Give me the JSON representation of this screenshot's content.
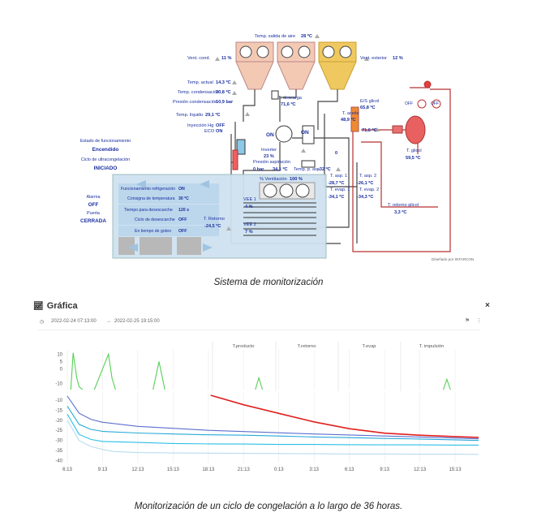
{
  "diagram": {
    "temp_salida_aire": "Temp. salida de aire",
    "temp_salida_aire_value": "28 ºC",
    "vent_cond_left": "Vent. cond.",
    "vent_cond_left_value": "11 %",
    "vent_cond_right": "Vent. exterior",
    "vent_cond_right_value": "12 %",
    "temp_actual": "Temp. actual",
    "temp_actual_value": "14,3 ºC",
    "temp_condensacion": "Temp. condensación",
    "temp_condensacion_value": "30,8 ºC",
    "presion_condensacion": "Presión condensación",
    "presion_condensacion_value": "10,9 bar",
    "temp_liquido": "Temp. líquido",
    "temp_liquido_value": "29,1 ºC",
    "inyeccion_hg": "Inyección Hg",
    "inyeccion_hg_value": "OFF",
    "eco": "ECO",
    "eco_value": "ON",
    "t_descarga": "T. descarga",
    "t_descarga_value": "71,6 ºC",
    "on_label_1": "ON",
    "on_label_2": "ON",
    "inverter": "Inverter",
    "inverter_value": "23 %",
    "t_aceite": "T. aceite",
    "t_aceite_value": "48,9 ºC",
    "ec_glicol": "E/S glicol",
    "ec_glicol_value": "65,8 ºC",
    "t_glicol_2": "71,6 ºC",
    "t_glicol": "T. glicol",
    "t_glicol_value": "59,5 ºC",
    "off_1": "OFF",
    "off_2": "OFF",
    "zero_1": "0",
    "presion_aspiracion": "Presión aspiración",
    "presion_aspiracion_value": "0 bar",
    "presion_aspiracion_temp": "34,1 ºC",
    "temp_asp": "Temp. p. asp.",
    "temp_asp_value": "-32 ºC",
    "pct_ventilacion": "% Ventilación",
    "pct_ventilacion_value": "100 %",
    "t_asp_1": "T. asp. 1",
    "t_asp_1_value": "-28,7 ºC",
    "t_asp_2": "T. asp. 2",
    "t_asp_2_value": "-26,1 ºC",
    "t_evap_1": "T. evap. 1",
    "t_evap_1_value": "-34,1 ºC",
    "t_evap_2": "T. evap. 2",
    "t_evap_2_value": "-34,3 ºC",
    "t_retorno_glicol": "T. retorno glicol",
    "t_retorno_glicol_value": "3,3 ºC",
    "vee1": "VEE 1",
    "vee1_value": "4 %",
    "vee2": "VEE 2",
    "vee2_value": "7 %",
    "t_retorno": "T. Retorno",
    "t_retorno_value": "-24,5 ºC",
    "estado_label": "Estado de funcionamiento",
    "estado_value": "Encendido",
    "ciclo_label": "Ciclo de ultracongelación",
    "ciclo_value": "INICIADO",
    "alarma_label": "Alarma",
    "alarma_value": "OFF",
    "puerta_label": "Puerta",
    "puerta_value": "CERRADA",
    "func_refrig": "Funcionamiento refrigeración",
    "func_refrig_value": "ON",
    "consigna": "Consigna de temperatura",
    "consigna_value": "30 ºC",
    "tiempo_desescarche": "Tiempo para desescarche",
    "tiempo_desescarche_value": "120 s",
    "ciclo_desescarche": "Ciclo de desescarche",
    "ciclo_desescarche_value": "OFF",
    "tiempo_goteo": "En tiempo de goteo",
    "tiempo_goteo_value": "OFF",
    "credit": "Diseñado por INTARCON"
  },
  "caption_top": "Sistema de monitorización",
  "caption_bottom": "Monitorización de un ciclo de congelación a lo largo de 36 horas.",
  "chart_panel": {
    "title": "Gráfica",
    "date_from": "2022-02-24 07:13:00",
    "date_to": "2022-02-25 19:15:00",
    "close": "×"
  },
  "chart_data": {
    "type": "line",
    "x_tick_labels": [
      "6:13",
      "9:13",
      "12:13",
      "15:13",
      "18:13",
      "21:13",
      "0:13",
      "3:13",
      "6:13",
      "9:13",
      "12:13",
      "15:13"
    ],
    "x": [
      0,
      3,
      6,
      9,
      12,
      15,
      18,
      21,
      24,
      27,
      30,
      33
    ],
    "xlim": [
      0,
      35
    ],
    "upper_panel": {
      "legend": [
        "T.producto",
        "T.retorno",
        "T.evap",
        "T. impulsión"
      ],
      "y_ticks": [
        10,
        5,
        0,
        -10
      ],
      "ylim": [
        -14,
        13
      ],
      "series": [
        {
          "color": "#55d055",
          "x": [
            0.3,
            0.5,
            0.8,
            1.0,
            1.3
          ],
          "values": [
            -14,
            11,
            -6,
            -12,
            -14
          ]
        },
        {
          "color": "#55d055",
          "x": [
            2.3,
            2.9,
            3.5,
            3.8,
            4.1
          ],
          "values": [
            -14,
            -2,
            10,
            -6,
            -14
          ]
        },
        {
          "color": "#55d055",
          "x": [
            7.3,
            7.8,
            8.3
          ],
          "values": [
            -14,
            5,
            -14
          ]
        },
        {
          "color": "#55d055",
          "x": [
            16.0,
            16.3,
            16.6
          ],
          "values": [
            -14,
            -6,
            -14
          ]
        },
        {
          "color": "#55d055",
          "x": [
            32.0,
            32.3,
            32.6
          ],
          "values": [
            -14,
            -7,
            -14
          ]
        }
      ]
    },
    "lower_panel": {
      "y_ticks": [
        -10,
        -15,
        -20,
        -25,
        -30,
        -35,
        -40
      ],
      "ylim": [
        -41,
        -6
      ],
      "series": [
        {
          "color": "#e02020",
          "x": [
            12.2,
            15,
            18,
            21,
            24,
            27,
            30,
            33,
            35
          ],
          "values": [
            -7.6,
            -12.3,
            -16.6,
            -20.8,
            -24.2,
            -26.4,
            -27.4,
            -28.1,
            -28.5
          ]
        },
        {
          "color": "#5b6fd0",
          "x": [
            0,
            1,
            2,
            3,
            6,
            9,
            12,
            15,
            18,
            21,
            24,
            27,
            30,
            33,
            35
          ],
          "values": [
            -8,
            -16.5,
            -19.5,
            -21,
            -23,
            -24,
            -25,
            -25.6,
            -26.2,
            -26.8,
            -27.3,
            -27.8,
            -28.3,
            -28.8,
            -29.2
          ]
        },
        {
          "color": "#27a9d8",
          "x": [
            0,
            1,
            2,
            3,
            6,
            9,
            12,
            15,
            18,
            21,
            24,
            27,
            30,
            33,
            35
          ],
          "values": [
            -13,
            -22,
            -24.5,
            -25.5,
            -26.3,
            -26.8,
            -27.2,
            -27.4,
            -27.8,
            -28.3,
            -28.6,
            -29.0,
            -29.3,
            -29.7,
            -30
          ]
        },
        {
          "color": "#2bc0e6",
          "x": [
            0,
            1,
            2,
            3,
            6,
            9,
            12,
            15,
            18,
            21,
            24,
            27,
            30,
            33,
            35
          ],
          "values": [
            -17,
            -27,
            -29.5,
            -30.5,
            -31,
            -31.5,
            -31.7,
            -31.8,
            -32,
            -32,
            -32.1,
            -32.2,
            -32.2,
            -32.3,
            -32.3
          ]
        },
        {
          "color": "#b8dcf0",
          "x": [
            0,
            1,
            2,
            3,
            4,
            6,
            9,
            12,
            15,
            18,
            21,
            24,
            27,
            30,
            33,
            35
          ],
          "values": [
            -20,
            -30,
            -33,
            -34.5,
            -35.5,
            -36,
            -36.2,
            -36.3,
            -36.4,
            -36.5,
            -36.6,
            -36.7,
            -36.7,
            -36.8,
            -36.8,
            -36.9
          ]
        }
      ]
    }
  }
}
